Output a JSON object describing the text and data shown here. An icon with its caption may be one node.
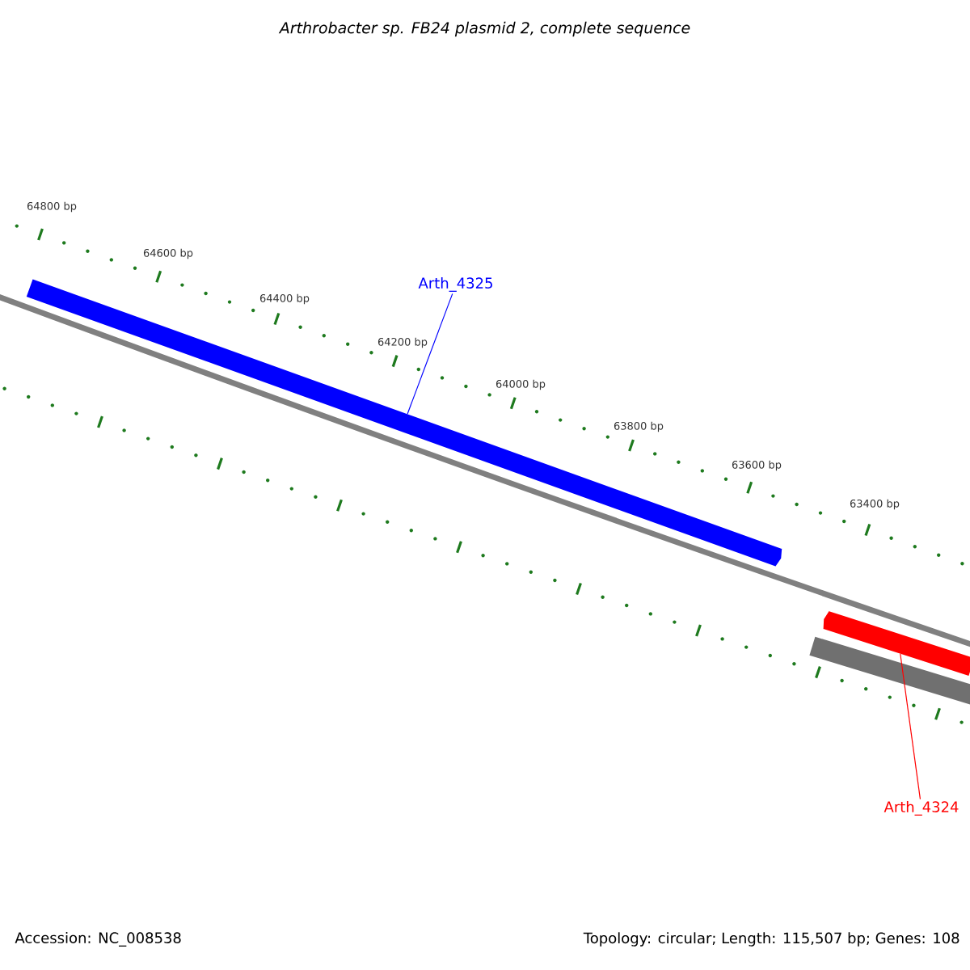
{
  "diagram": {
    "title": "Arthrobacter sp. FB24 plasmid 2, complete sequence",
    "nodes": [
      {
        "text": [
          "Arth_4325"
        ]
      },
      {
        "text": [],
        "shape": "arrow"
      },
      {
        "text": [
          "Arth_4324"
        ]
      },
      {
        "text": [],
        "shape": "arrow"
      },
      {
        "text": [],
        "shape": "bar"
      }
    ],
    "edges": [
      {
        "from": 0,
        "to": 1,
        "arrow": "none",
        "color": "#0000ff"
      },
      {
        "from": 2,
        "to": 3,
        "arrow": "none",
        "color": "#ff0000"
      }
    ],
    "labels": [
      "64800 bp",
      "64600 bp",
      "64400 bp",
      "64200 bp",
      "64000 bp",
      "63800 bp",
      "63600 bp",
      "63400 bp",
      "Accession: NC_008538",
      "Topology: circular; Length: 115,507 bp; Genes: 108"
    ]
  }
}
